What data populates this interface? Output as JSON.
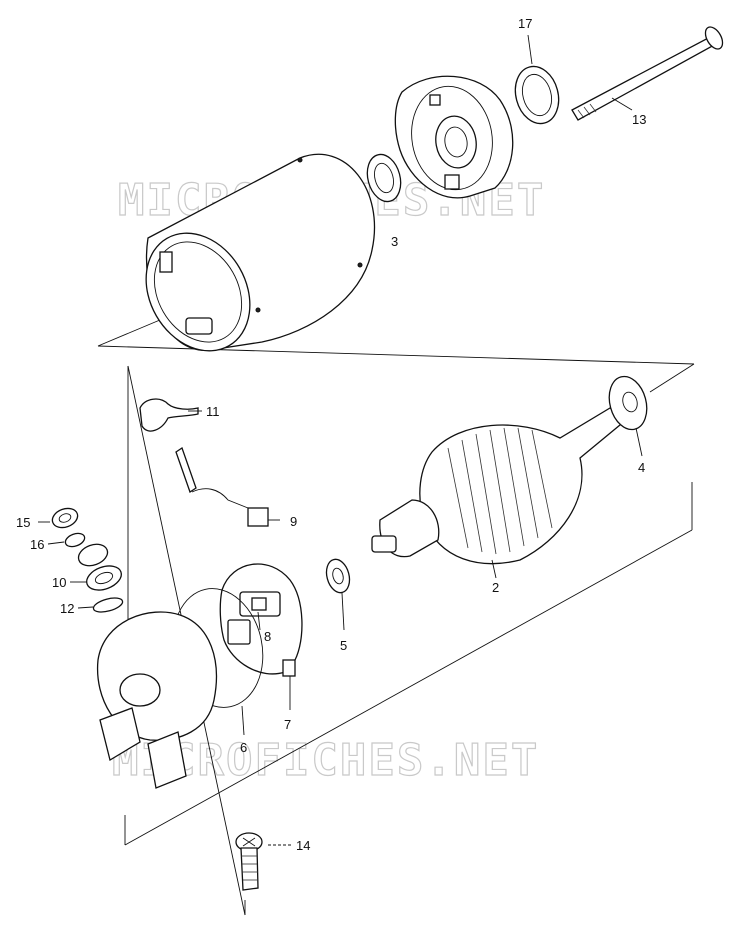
{
  "watermarks": [
    "MICROFICHES.NET",
    "MICROFICHES.NET"
  ],
  "parts": [
    {
      "id": "p2",
      "number": "2"
    },
    {
      "id": "p3",
      "number": "3"
    },
    {
      "id": "p4",
      "number": "4"
    },
    {
      "id": "p5",
      "number": "5"
    },
    {
      "id": "p6",
      "number": "6"
    },
    {
      "id": "p7",
      "number": "7"
    },
    {
      "id": "p8",
      "number": "8"
    },
    {
      "id": "p9",
      "number": "9"
    },
    {
      "id": "p10",
      "number": "10"
    },
    {
      "id": "p11",
      "number": "11"
    },
    {
      "id": "p12",
      "number": "12"
    },
    {
      "id": "p13",
      "number": "13"
    },
    {
      "id": "p14",
      "number": "14"
    },
    {
      "id": "p15",
      "number": "15"
    },
    {
      "id": "p16",
      "number": "16"
    },
    {
      "id": "p17",
      "number": "17"
    }
  ]
}
